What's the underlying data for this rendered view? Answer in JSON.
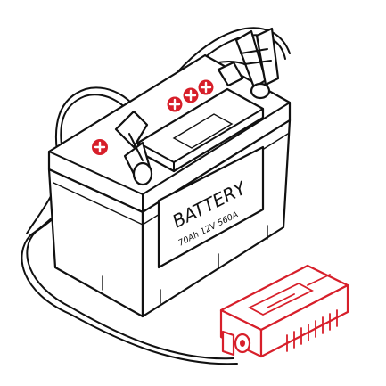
{
  "battery": {
    "brand_text": "BATTERY",
    "spec_text": "70Ah 12V 560A"
  },
  "colors": {
    "line": "#111111",
    "accent": "#d71f2a",
    "background": "#ffffff"
  },
  "icons": {
    "terminal_marker": "plus-sign"
  }
}
